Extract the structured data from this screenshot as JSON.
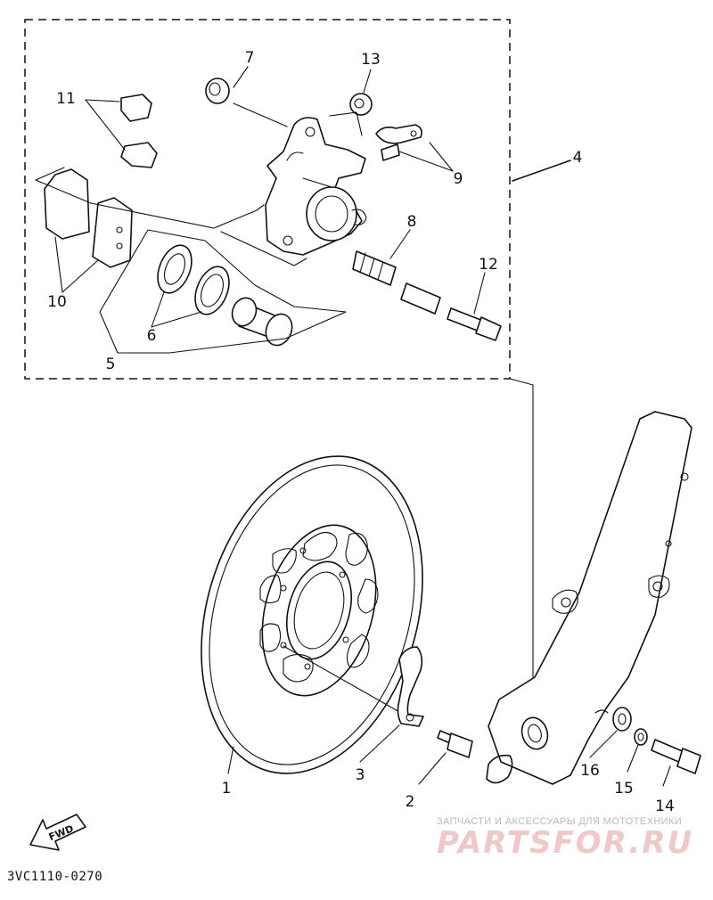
{
  "diagram": {
    "callouts": [
      "1",
      "2",
      "3",
      "4",
      "5",
      "6",
      "7",
      "8",
      "9",
      "10",
      "11",
      "12",
      "13",
      "14",
      "15",
      "16"
    ],
    "direction_arrow": "FWD",
    "code": "3VC1110-0270"
  },
  "watermark": {
    "subtitle": "ЗАПЧАСТИ И АКСЕССУАРЫ ДЛЯ МОТОТЕХНИКИ",
    "logo": "PARTSFOR.RU"
  }
}
